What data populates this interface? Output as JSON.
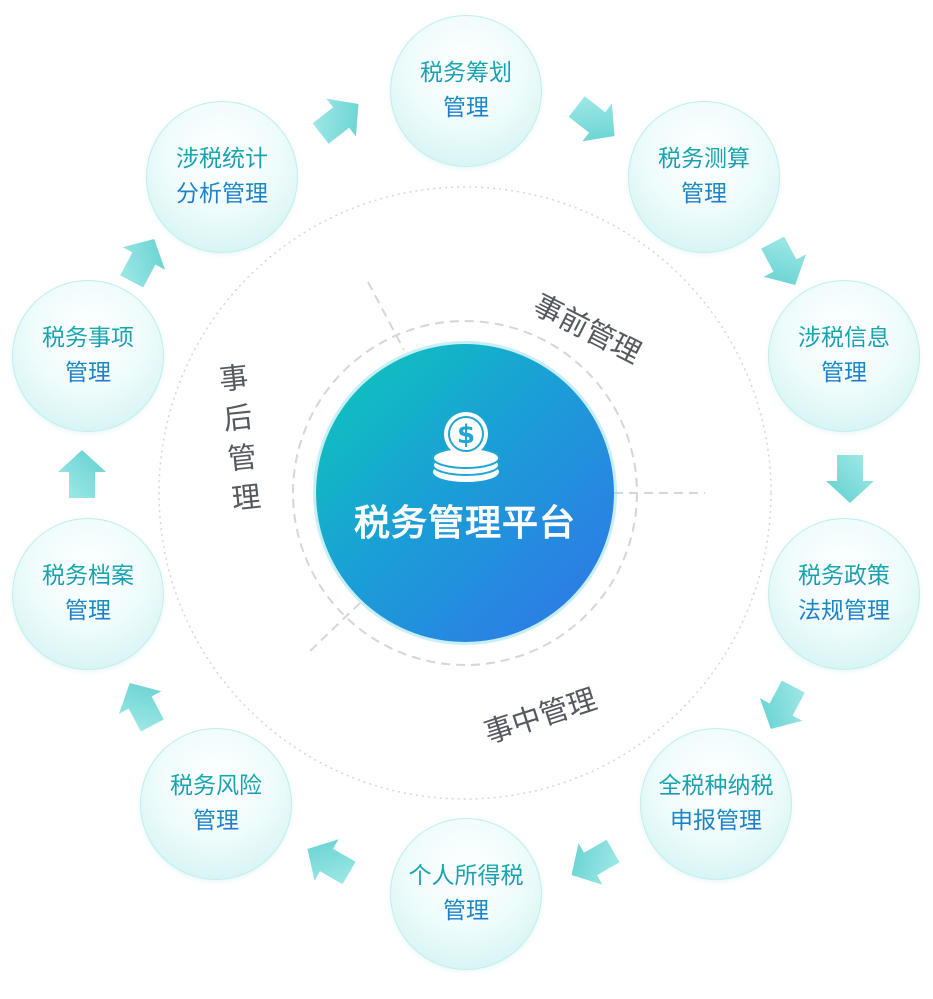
{
  "platform": {
    "title": "税务管理平台",
    "icon": "coin-stack-dollar-icon"
  },
  "phases": {
    "before": "事前管理",
    "during": "事中管理",
    "after": "事后管理"
  },
  "modules": [
    {
      "line1": "税务筹划",
      "line2": "管理"
    },
    {
      "line1": "税务测算",
      "line2": "管理"
    },
    {
      "line1": "涉税信息",
      "line2": "管理"
    },
    {
      "line1": "税务政策",
      "line2": "法规管理"
    },
    {
      "line1": "全税种纳税",
      "line2": "申报管理"
    },
    {
      "line1": "个人所得税",
      "line2": "管理"
    },
    {
      "line1": "税务风险",
      "line2": "管理"
    },
    {
      "line1": "税务档案",
      "line2": "管理"
    },
    {
      "line1": "税务事项",
      "line2": "管理"
    },
    {
      "line1": "涉税统计",
      "line2": "分析管理"
    }
  ],
  "colors": {
    "center_gradient": [
      "#0ccab7",
      "#3273e9"
    ],
    "node_text_gradient": [
      "#14b0a6",
      "#1f72d6"
    ],
    "arrow": "#7ed8d6",
    "phase_text": "#555a60"
  }
}
